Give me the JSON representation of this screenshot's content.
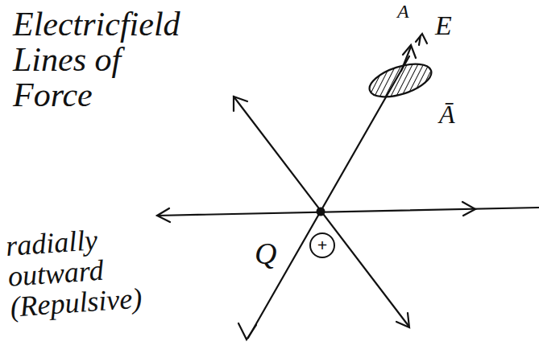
{
  "diagram": {
    "nodes": [
      {
        "text": [
          "+"
        ]
      }
    ],
    "labels": [
      "Electricfield Lines of Force",
      "A",
      "E",
      "Ā",
      "Q",
      "radially outward (Repulsive)"
    ]
  }
}
